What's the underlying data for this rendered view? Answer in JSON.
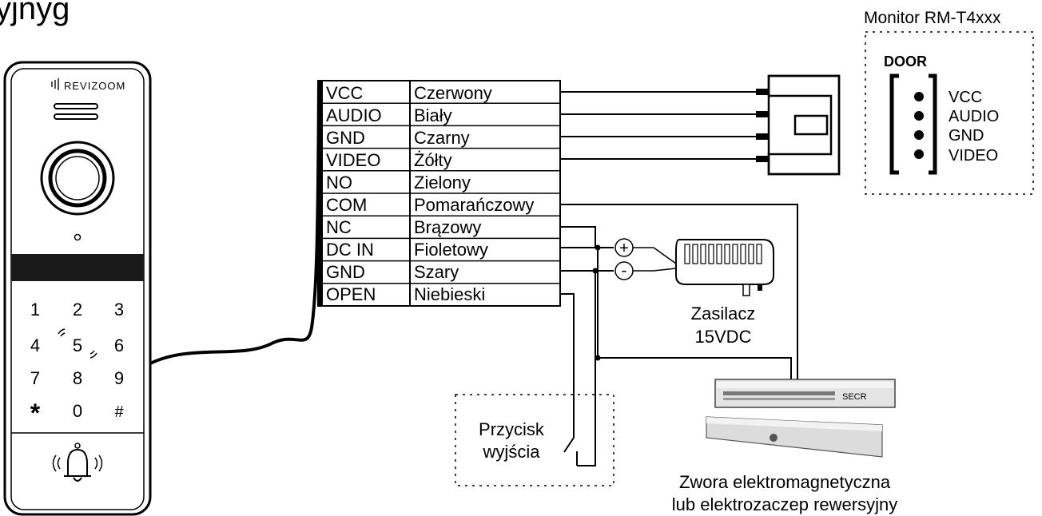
{
  "diagram": {
    "partial_title": "yjnyg",
    "panel": {
      "brand": "REVIZOOM",
      "keys": [
        "1",
        "2",
        "3",
        "4",
        "5",
        "6",
        "7",
        "8",
        "9",
        "*",
        "0",
        "#"
      ]
    },
    "terminal_block": {
      "rows": [
        {
          "signal": "VCC",
          "color": "Czerwony"
        },
        {
          "signal": "AUDIO",
          "color": "Biały"
        },
        {
          "signal": "GND",
          "color": "Czarny"
        },
        {
          "signal": "VIDEO",
          "color": "Żółty"
        },
        {
          "signal": "NO",
          "color": "Zielony"
        },
        {
          "signal": "COM",
          "color": "Pomarańczowy"
        },
        {
          "signal": "NC",
          "color": "Brązowy"
        },
        {
          "signal": "DC IN",
          "color": "Fioletowy"
        },
        {
          "signal": "GND",
          "color": "Szary"
        },
        {
          "signal": "OPEN",
          "color": "Niebieski"
        }
      ]
    },
    "monitor": {
      "title": "Monitor RM-T4xxx",
      "connector_label": "DOOR",
      "pins": [
        "VCC",
        "AUDIO",
        "GND",
        "VIDEO"
      ]
    },
    "power_supply": {
      "plus": "+",
      "minus": "-",
      "caption_line1": "Zasilacz",
      "caption_line2": "15VDC"
    },
    "exit_button": {
      "line1": "Przycisk",
      "line2": "wyjścia"
    },
    "lock": {
      "brand": "SECR",
      "caption_line1": "Zwora elektromagnetyczna",
      "caption_line2": "lub elektrozaczep rewersyjny"
    }
  }
}
